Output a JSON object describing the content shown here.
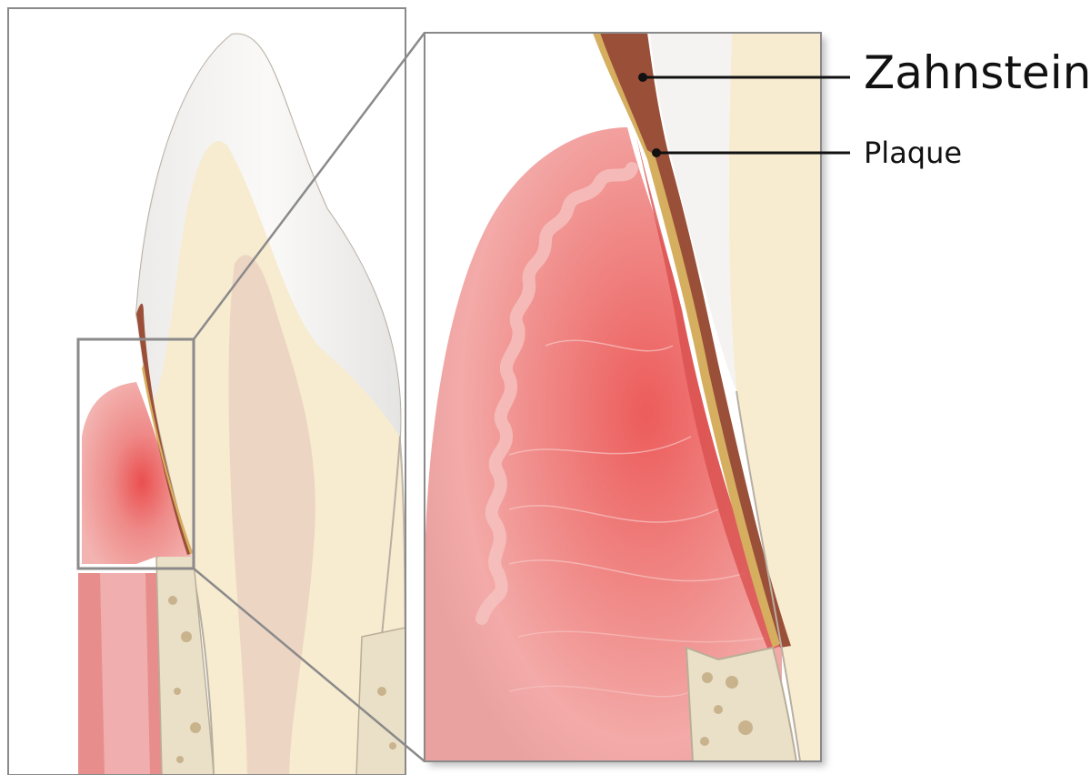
{
  "labels": {
    "calculus": "Zahnstein",
    "plaque": "Plaque"
  },
  "colors": {
    "background": "#ffffff",
    "frame": "#8a8a8a",
    "enamel": "#f2f1ef",
    "dentin": "#f7ebd0",
    "pulp": "#ead0c0",
    "gum_light": "#f0a4a1",
    "gum_mid": "#e77b79",
    "gum_dark": "#c95e5d",
    "bone": "#eadfc7",
    "bone_spots": "#c8b38d",
    "calculus": "#9a4f38",
    "plaque": "#d6ae5f",
    "leader": "#111111"
  },
  "icons": [
    "tooth-illustration",
    "magnifier-callout"
  ]
}
